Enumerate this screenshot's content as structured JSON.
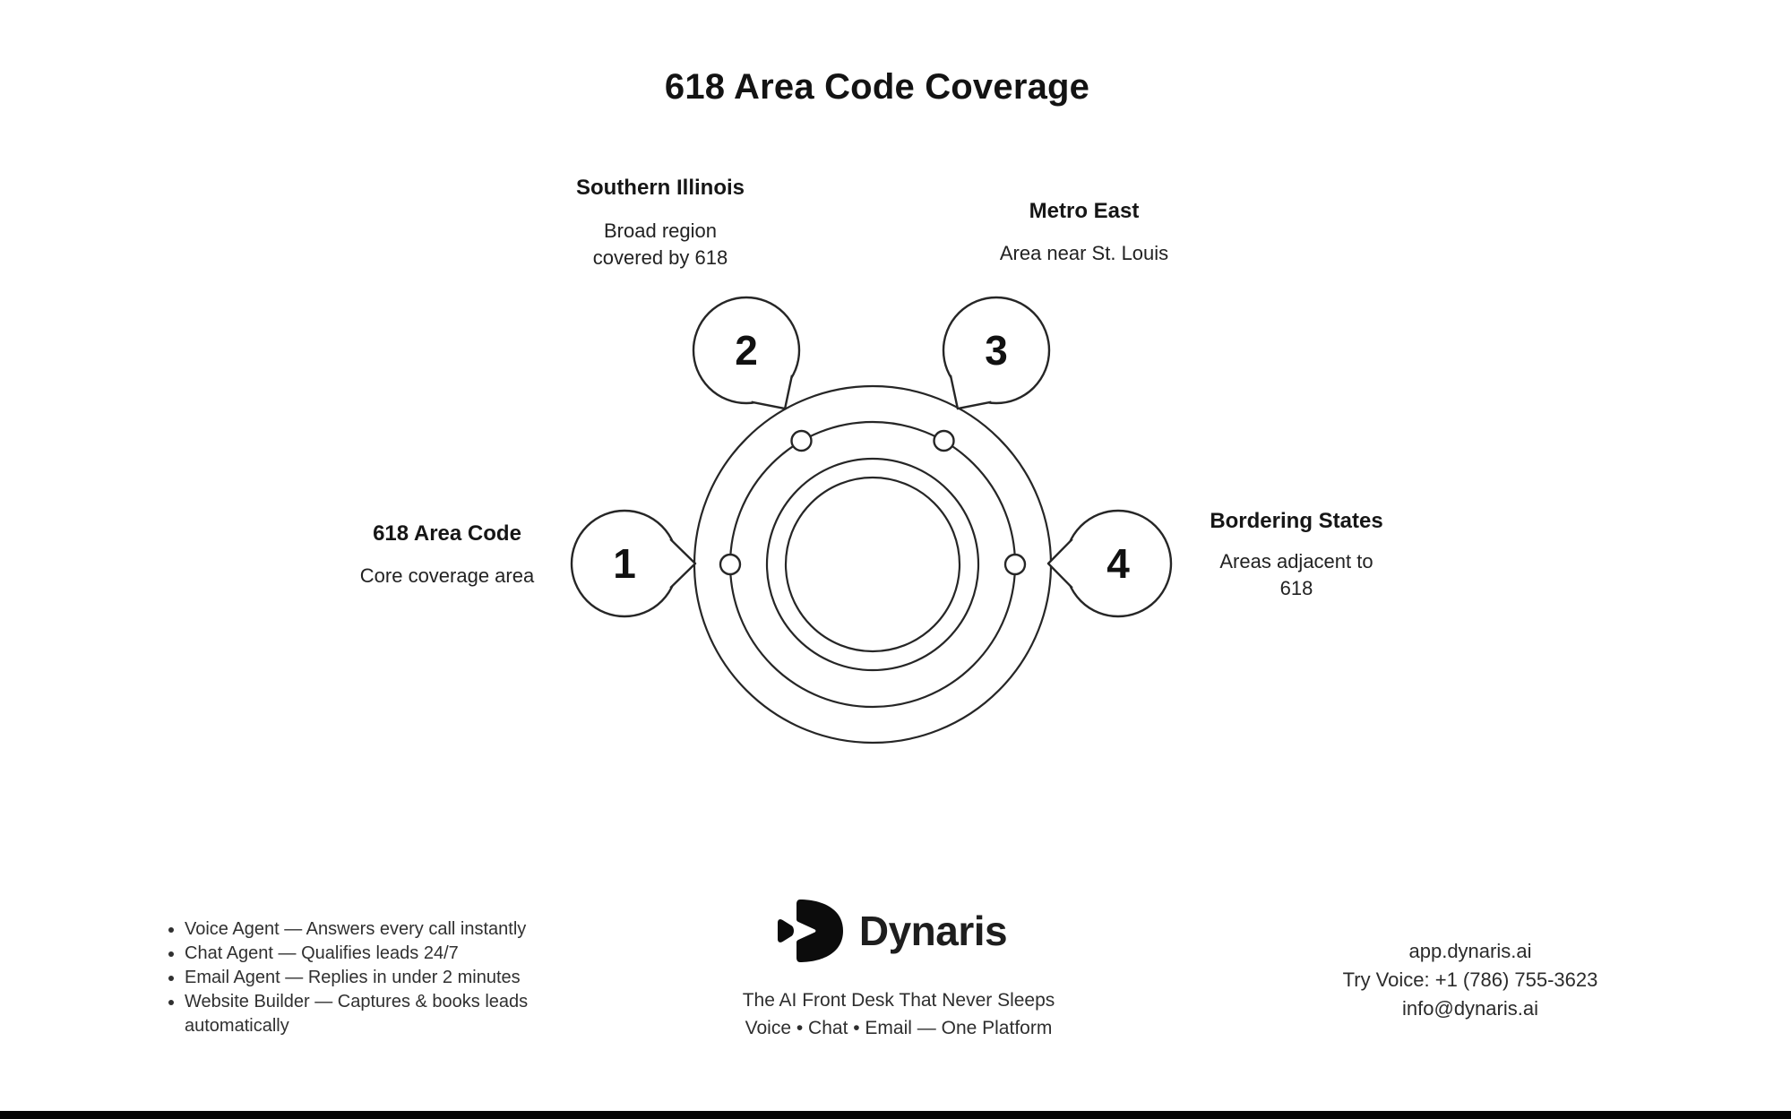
{
  "page": {
    "title": "618 Area Code Coverage",
    "background_color": "#ffffff",
    "line_color": "#262626",
    "text_color": "#1a1a1a"
  },
  "diagram": {
    "type": "concentric-rings-callouts",
    "ring_count": 4,
    "items": [
      {
        "number": "1",
        "title": "618 Area Code",
        "description": "Core coverage area"
      },
      {
        "number": "2",
        "title": "Southern Illinois",
        "description": "Broad region covered by 618"
      },
      {
        "number": "3",
        "title": "Metro East",
        "description": "Area near St. Louis"
      },
      {
        "number": "4",
        "title": "Bordering States",
        "description": "Areas adjacent to 618"
      }
    ]
  },
  "footer": {
    "features": [
      "Voice Agent — Answers every call instantly",
      "Chat Agent — Qualifies leads 24/7",
      "Email Agent — Replies in under 2 minutes",
      "Website Builder — Captures & books leads automatically"
    ],
    "brand": {
      "name": "Dynaris",
      "logo_icon": "dynaris-d-mark",
      "tagline_1": "The AI Front Desk That Never Sleeps",
      "tagline_2": "Voice • Chat • Email — One Platform"
    },
    "contact": {
      "website": "app.dynaris.ai",
      "phone_line": "Try Voice: +1 (786) 755-3623",
      "email": "info@dynaris.ai"
    }
  }
}
